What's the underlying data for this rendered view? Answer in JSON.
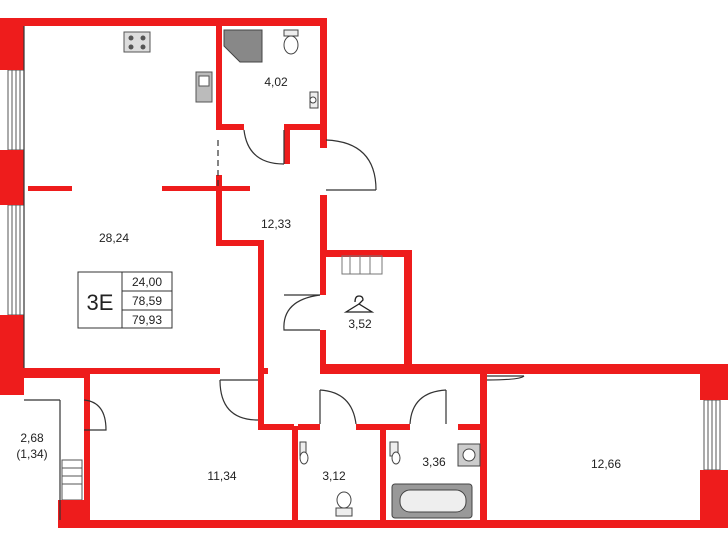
{
  "apartment": {
    "code": "3E",
    "areas": [
      "24,00",
      "78,59",
      "79,93"
    ]
  },
  "rooms": [
    {
      "id": "living",
      "area": "28,24"
    },
    {
      "id": "wc-top",
      "area": "4,02"
    },
    {
      "id": "hall",
      "area": "12,33"
    },
    {
      "id": "wardrobe",
      "area": "3,52"
    },
    {
      "id": "balcony",
      "area": "2,68",
      "area_reduced": "(1,34)"
    },
    {
      "id": "bedroom-left",
      "area": "11,34"
    },
    {
      "id": "wc-small",
      "area": "3,12"
    },
    {
      "id": "bathroom",
      "area": "3,36"
    },
    {
      "id": "bedroom-right",
      "area": "12,66"
    }
  ],
  "colors": {
    "wall": "#ee1c1c",
    "fixture": "#9a9a9a",
    "line": "#333333"
  }
}
